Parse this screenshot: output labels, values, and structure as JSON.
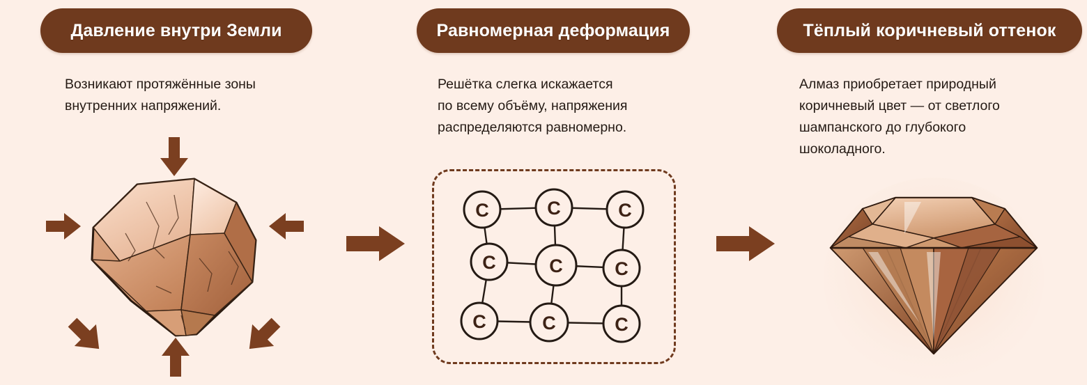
{
  "page": {
    "background_color": "#fdefe7",
    "accent_color": "#6f3a1e",
    "text_color": "#241a14"
  },
  "steps": [
    {
      "id": "pressure",
      "title": "Давление внутри Земли",
      "body_lines": [
        "Возникают протяжённые зоны",
        "внутренних напряжений."
      ],
      "figure": "rough-crystal-under-pressure"
    },
    {
      "id": "deformation",
      "title": "Равномерная деформация",
      "body_lines": [
        "Решётка слегка искажается",
        "по всему объёму, напряжения",
        "распределяются равномерно."
      ],
      "figure": "carbon-lattice"
    },
    {
      "id": "brown-hue",
      "title": "Тёплый коричневый оттенок",
      "body_lines": [
        "Алмаз приобретает природный",
        "коричневый цвет — от светлого",
        "шампанского до глубокого",
        "шоколадного."
      ],
      "figure": "brown-diamond"
    }
  ],
  "connectors": [
    {
      "id": "connector-1",
      "icon": "right-arrow-icon"
    },
    {
      "id": "connector-2",
      "icon": "right-arrow-icon"
    }
  ],
  "lattice": {
    "atom_label": "C",
    "rows": 3,
    "cols": 3,
    "border_style": "dashed"
  },
  "pressure_arrows": [
    {
      "id": "arrow-top",
      "direction": "down"
    },
    {
      "id": "arrow-bottom",
      "direction": "up"
    },
    {
      "id": "arrow-left",
      "direction": "right"
    },
    {
      "id": "arrow-right",
      "direction": "left"
    },
    {
      "id": "arrow-bottom-left",
      "direction": "up-right"
    },
    {
      "id": "arrow-bottom-right",
      "direction": "up-left"
    }
  ]
}
